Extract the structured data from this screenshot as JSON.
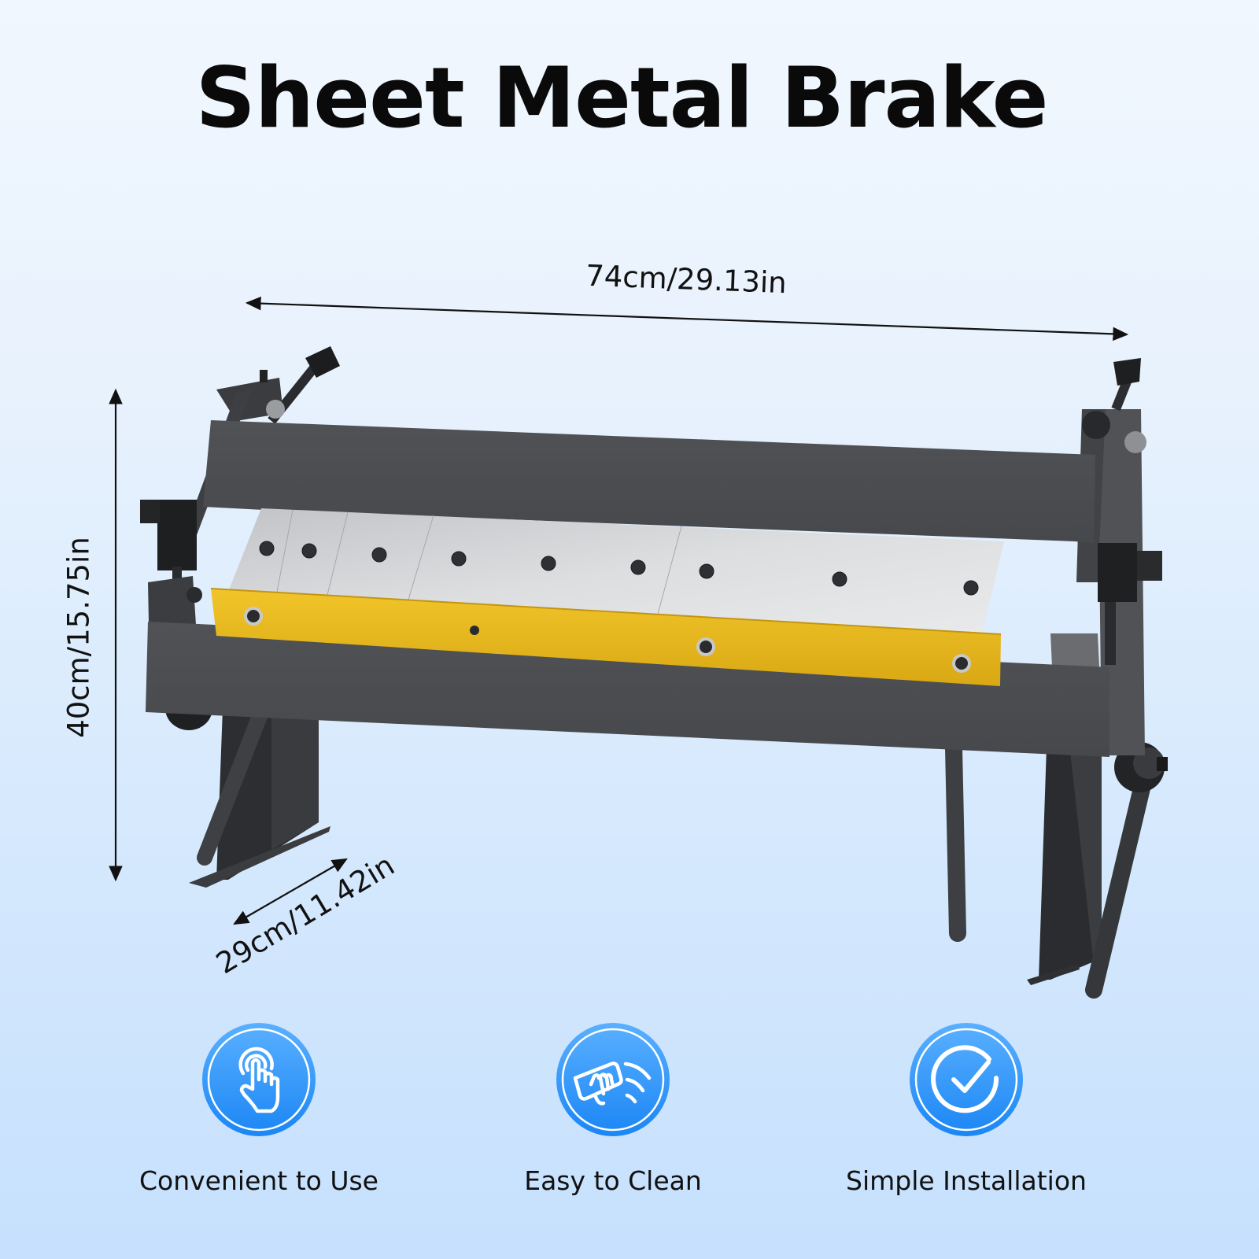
{
  "header": {
    "title": "Sheet Metal Brake"
  },
  "product": {
    "name": "sheet-metal-brake",
    "colors": {
      "frame": "#4a4c50",
      "frame_dark": "#2e2f32",
      "blade": "#cfd1d4",
      "clamp_bar": "#e8b71c",
      "background_top": "#f1f7fe",
      "background_bottom": "#c6e0fd"
    }
  },
  "dimensions": {
    "width": "74cm/29.13in",
    "height": "40cm/15.75in",
    "depth": "29cm/11.42in"
  },
  "features": [
    {
      "label": "Convenient to Use",
      "icon": "touch-hand-icon"
    },
    {
      "label": "Easy to Clean",
      "icon": "wipe-clean-icon"
    },
    {
      "label": "Simple Installation",
      "icon": "check-circle-icon"
    }
  ],
  "badge_colors": {
    "fill_top": "#5ab0ff",
    "fill_bottom": "#1b86f5",
    "ring": "#ffffff"
  }
}
